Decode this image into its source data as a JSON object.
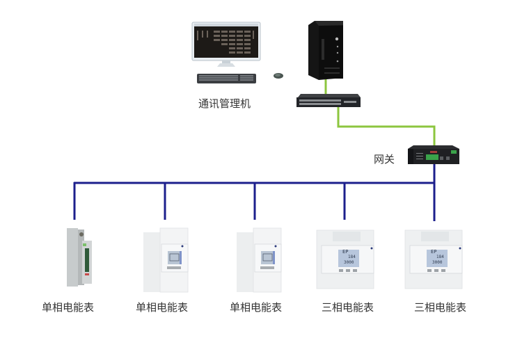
{
  "diagram": {
    "title": "",
    "colors": {
      "ethernet_line": "#8cc63f",
      "bus_line": "#1c1f8c",
      "label_text": "#333333",
      "background": "#ffffff"
    },
    "nodes": {
      "workstation": {
        "label": "通讯管理机",
        "icon": "desktop-computer-icon"
      },
      "server": {
        "label": "",
        "icon": "server-tower-icon"
      },
      "switch": {
        "label": "",
        "icon": "network-switch-icon"
      },
      "mouse": {
        "label": "",
        "icon": "mouse-icon"
      },
      "gateway": {
        "label": "网关",
        "icon": "gateway-device-icon"
      }
    },
    "meters": [
      {
        "label": "单相电能表",
        "type": "din-rail-single-phase-slim"
      },
      {
        "label": "单相电能表",
        "type": "single-phase-2-module"
      },
      {
        "label": "单相电能表",
        "type": "single-phase-2-module"
      },
      {
        "label": "三相电能表",
        "type": "three-phase-4-module",
        "display": [
          "EP",
          "184",
          "3000"
        ]
      },
      {
        "label": "三相电能表",
        "type": "three-phase-4-module",
        "display": [
          "EP",
          "184",
          "3000"
        ]
      }
    ],
    "connections": [
      {
        "from": "server",
        "to": "switch",
        "kind": "ethernet"
      },
      {
        "from": "switch",
        "to": "gateway",
        "kind": "ethernet"
      },
      {
        "from": "gateway",
        "to": "meters",
        "kind": "rs485-bus"
      }
    ]
  }
}
